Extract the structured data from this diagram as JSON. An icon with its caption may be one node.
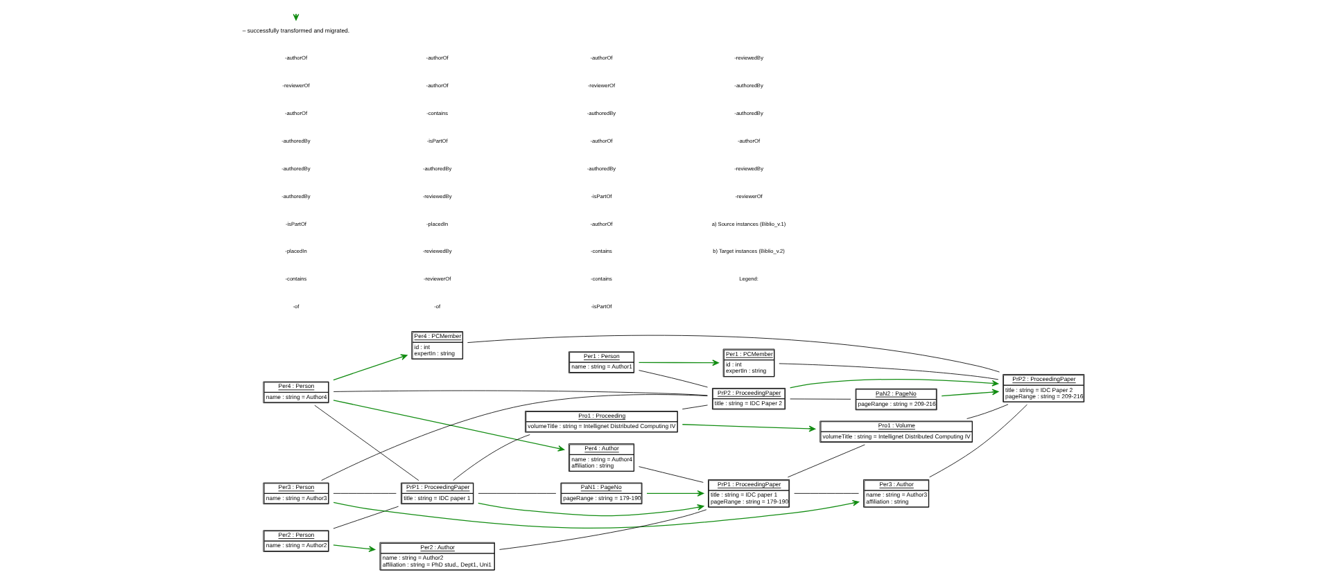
{
  "diagram": {
    "nodes": [
      {
        "text": [
          "Per2 : Person",
          "name : string = Author2"
        ]
      },
      {
        "text": [
          "Per4 : Person",
          "name : string = Author4"
        ]
      },
      {
        "text": [
          "PrP1 : ProceedingPaper",
          "title : string = IDC paper 1"
        ]
      },
      {
        "text": [
          "PaN1 : PageNo",
          "pageRange : string = 179-190"
        ]
      },
      {
        "text": [
          "Pro1 : Proceeding",
          "volumeTitle : string = Intellignet Distributed Computing IV"
        ]
      },
      {
        "text": [
          "Per3 : Person",
          "name : string = Author3"
        ]
      },
      {
        "text": [
          "PrP2 : ProceedingPaper",
          "title : string = IDC Paper 2"
        ]
      },
      {
        "text": [
          "Per1 : Person",
          "name : string = Author1"
        ]
      },
      {
        "text": [
          "PaN2 : PageNo",
          "pageRange : string = 209-216"
        ]
      },
      {
        "text": [
          "Per2 : Author",
          "name : string = Author2",
          "affiliation : string = PhD stud., Dept1, Uni1"
        ]
      },
      {
        "text": [
          "Per4 : Author",
          "name : string = Author4",
          "affiliation : string"
        ]
      },
      {
        "text": [
          "PrP1 : ProceedingPaper",
          "title : string = IDC paper 1",
          "pageRange : string = 179-190"
        ]
      },
      {
        "text": [
          "Per4 : PCMember",
          "id : int",
          "expertIn : string"
        ]
      },
      {
        "text": [
          "Pro1 : Volume",
          "volumeTitle : string = Intellignet Distributed Computing IV"
        ]
      },
      {
        "text": [
          "PrP2 : ProceedingPaper",
          "title : string = IDC Paper 2",
          "pageRange : string = 209-216"
        ]
      },
      {
        "text": [
          "Per3 : Author",
          "name : string = Author3",
          "affiliation : string"
        ]
      },
      {
        "text": [
          "Per1 : PCMember",
          "id : int",
          "expertIn : string"
        ]
      }
    ],
    "edges": [
      {
        "from": 0,
        "to": 2,
        "arrow": "none"
      },
      {
        "from": 1,
        "to": 2,
        "arrow": "none"
      },
      {
        "from": 5,
        "to": 2,
        "arrow": "none"
      },
      {
        "from": 2,
        "to": 3,
        "arrow": "none"
      },
      {
        "from": 2,
        "to": 4,
        "arrow": "none"
      },
      {
        "from": 4,
        "to": 6,
        "arrow": "none"
      },
      {
        "from": 5,
        "to": 6,
        "arrow": "none"
      },
      {
        "from": 1,
        "to": 6,
        "arrow": "none"
      },
      {
        "from": 7,
        "to": 6,
        "arrow": "none"
      },
      {
        "from": 6,
        "to": 8,
        "arrow": "none"
      },
      {
        "from": 9,
        "to": 11,
        "arrow": "none"
      },
      {
        "from": 10,
        "to": 11,
        "arrow": "none"
      },
      {
        "from": 11,
        "to": 13,
        "arrow": "none"
      },
      {
        "from": 11,
        "to": 15,
        "arrow": "none"
      },
      {
        "from": 13,
        "to": 14,
        "arrow": "none"
      },
      {
        "from": 15,
        "to": 14,
        "arrow": "none"
      },
      {
        "from": 12,
        "to": 14,
        "arrow": "none"
      },
      {
        "from": 16,
        "to": 14,
        "arrow": "none"
      },
      {
        "from": 0,
        "to": 9,
        "arrow": "to",
        "color": "#128c12"
      },
      {
        "from": 1,
        "to": 10,
        "arrow": "to",
        "color": "#128c12"
      },
      {
        "from": 1,
        "to": 12,
        "arrow": "to",
        "color": "#128c12"
      },
      {
        "from": 2,
        "to": 11,
        "arrow": "to",
        "color": "#128c12"
      },
      {
        "from": 3,
        "to": 11,
        "arrow": "to",
        "color": "#128c12"
      },
      {
        "from": 4,
        "to": 13,
        "arrow": "to",
        "color": "#128c12"
      },
      {
        "from": 6,
        "to": 14,
        "arrow": "to",
        "color": "#128c12"
      },
      {
        "from": 5,
        "to": 15,
        "arrow": "to",
        "color": "#128c12"
      },
      {
        "from": 8,
        "to": 14,
        "arrow": "to",
        "color": "#128c12"
      },
      {
        "from": 7,
        "to": 16,
        "arrow": "to",
        "color": "#128c12"
      }
    ],
    "labels": [
      "-authorOf",
      "-reviewerOf",
      "-authorOf",
      "-authoredBy",
      "-authoredBy",
      "-authoredBy",
      "-isPartOf",
      "-placedIn",
      "-contains",
      "-of",
      "-authorOf",
      "-authorOf",
      "-contains",
      "-isPartOf",
      "-authoredBy",
      "-reviewedBy",
      "-placedIn",
      "-reviewedBy",
      "-reviewerOf",
      "-of",
      "-authorOf",
      "-reviewerOf",
      "-authoredBy",
      "-authorOf",
      "-authoredBy",
      "-isPartOf",
      "-authorOf",
      "-contains",
      "-contains",
      "-isPartOf",
      "-reviewedBy",
      "-authoredBy",
      "-authoredBy",
      "-authorOf",
      "-reviewedBy",
      "-reviewerOf",
      "a) Source instances (Biblio_v.1)",
      "b) Target instances (Biblio_v.2)",
      "Legend:"
    ],
    "legend": [
      {
        "text": "– successfully transformed and migrated."
      }
    ]
  }
}
